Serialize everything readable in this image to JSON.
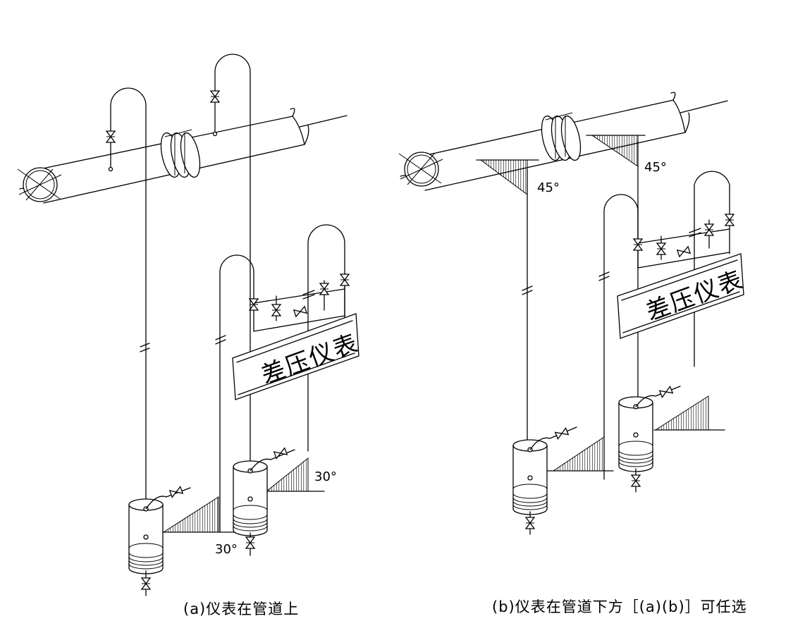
{
  "panel_a": {
    "meter_label": "差压仪表",
    "angle_left": "30°",
    "angle_right": "30°",
    "caption": "(a)仪表在管道上"
  },
  "panel_b": {
    "meter_label": "差压仪表",
    "angle_left": "45°",
    "angle_right": "45°",
    "caption": "(b)仪表在管道下方［(a)(b)］可任选"
  },
  "icons": [
    "valve-icon",
    "check-valve-icon",
    "condensate-pot-icon",
    "orifice-flange-icon",
    "hatch-slope-icon"
  ]
}
